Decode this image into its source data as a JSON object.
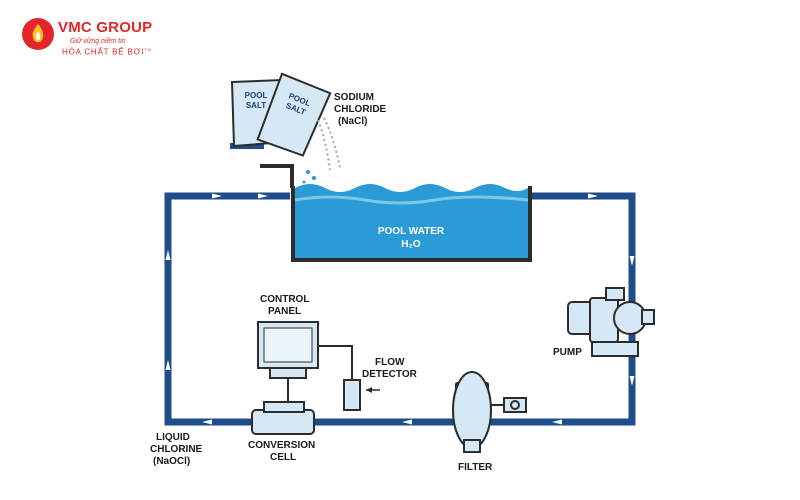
{
  "logo": {
    "brand": "VMC GROUP",
    "slogan": "Giữ vững niềm tin",
    "sub": "HÓA CHẤT BỂ BƠI",
    "tm": "TM",
    "brand_color": "#e3262b"
  },
  "diagram": {
    "bag_label_1": [
      "POOL",
      "SALT"
    ],
    "bag_label_2": [
      "POOL",
      "SALT"
    ],
    "sodium_chloride": [
      "SODIUM",
      "CHLORIDE",
      "(NaCl)"
    ],
    "pool_water": [
      "POOL WATER",
      "H₂O"
    ],
    "pump": "PUMP",
    "filter": "FILTER",
    "flow_detector": [
      "FLOW",
      "DETECTOR"
    ],
    "control_panel": [
      "CONTROL",
      "PANEL"
    ],
    "conversion_cell": [
      "CONVERSION",
      "CELL"
    ],
    "liquid_chlorine": [
      "LIQUID",
      "CHLORINE",
      "(NaOCl)"
    ],
    "colors": {
      "pipe": "#1d4d8a",
      "water": "#2a9bd6",
      "equipment": "#d4e8f5",
      "outline": "#2c2c2c"
    }
  }
}
